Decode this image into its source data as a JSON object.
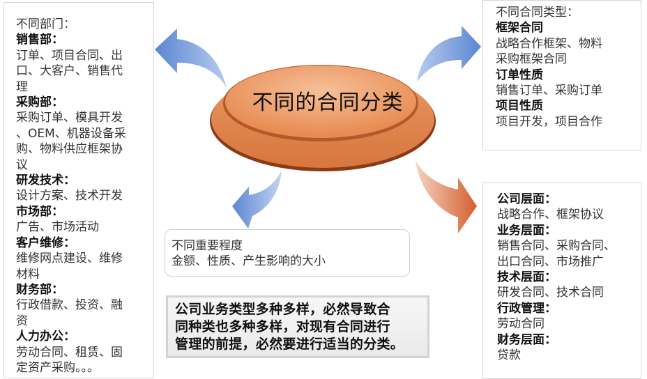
{
  "center": {
    "title": "不同的合同分类"
  },
  "left_box": {
    "lines": [
      {
        "text": "不同部门：",
        "bold": false
      },
      {
        "text": "销售部：",
        "bold": true
      },
      {
        "text": "订单、项目合同、出",
        "bold": false
      },
      {
        "text": "口、大客户、销售代",
        "bold": false
      },
      {
        "text": "理",
        "bold": false
      },
      {
        "text": "采购部：",
        "bold": true
      },
      {
        "text": "采购订单、模具开发",
        "bold": false
      },
      {
        "text": "、OEM、机器设备采",
        "bold": false
      },
      {
        "text": "购、物料供应框架协",
        "bold": false
      },
      {
        "text": "议",
        "bold": false
      },
      {
        "text": "研发技术：",
        "bold": true
      },
      {
        "text": "设计方案、技术开发",
        "bold": false
      },
      {
        "text": "市场部：",
        "bold": true
      },
      {
        "text": "广告、市场活动",
        "bold": false
      },
      {
        "text": "客户维修：",
        "bold": true
      },
      {
        "text": "维修网点建设、维修",
        "bold": false
      },
      {
        "text": "材料",
        "bold": false
      },
      {
        "text": "财务部：",
        "bold": true
      },
      {
        "text": "行政借款、投资、融",
        "bold": false
      },
      {
        "text": "资",
        "bold": false
      },
      {
        "text": "人力办公：",
        "bold": true
      },
      {
        "text": "劳动合同、租赁、固",
        "bold": false
      },
      {
        "text": "定资产采购。。。",
        "bold": false
      }
    ]
  },
  "top_right_box": {
    "lines": [
      {
        "text": "不同合同类型：",
        "bold": false
      },
      {
        "text": "框架合同",
        "bold": true
      },
      {
        "text": "战略合作框架、物料",
        "bold": false
      },
      {
        "text": "采购框架合同",
        "bold": false
      },
      {
        "text": "订单性质",
        "bold": true
      },
      {
        "text": "销售订单、采购订单",
        "bold": false
      },
      {
        "text": "项目性质",
        "bold": true
      },
      {
        "text": "项目开发，项目合作",
        "bold": false
      }
    ]
  },
  "bottom_right_box": {
    "lines": [
      {
        "text": "公司层面：",
        "bold": true
      },
      {
        "text": "战略合作、框架协议",
        "bold": false
      },
      {
        "text": "业务层面：",
        "bold": true
      },
      {
        "text": "销售合同、采购合同、",
        "bold": false
      },
      {
        "text": "出口合同、市场推广",
        "bold": false
      },
      {
        "text": "技术层面：",
        "bold": true
      },
      {
        "text": "研发合同、技术合同",
        "bold": false
      },
      {
        "text": "行政管理：",
        "bold": true
      },
      {
        "text": "劳动合同",
        "bold": false
      },
      {
        "text": "财务层面：",
        "bold": true
      },
      {
        "text": "贷款",
        "bold": false
      }
    ]
  },
  "middle_box": {
    "lines": [
      {
        "text": "不同重要程度",
        "bold": false
      },
      {
        "text": "金额、性质、产生影响的大小",
        "bold": false
      }
    ]
  },
  "note_box": {
    "lines": [
      {
        "text": "公司业务类型多种多样，必然导致合",
        "bold": true
      },
      {
        "text": "同种类也多种多样，对现有合同进行",
        "bold": true
      },
      {
        "text": "管理的前提，必然要进行适当的分类。",
        "bold": true
      }
    ]
  },
  "colors": {
    "arrow_blue": "#6f97d8",
    "arrow_orange": "#d9693a",
    "disc_orange": "#e8894f",
    "disc_rim": "#8a3a14"
  },
  "icons": {
    "arrow_top_left": "curved-arrow-up-left",
    "arrow_top_right": "curved-arrow-up-right",
    "arrow_bottom_left": "curved-arrow-down-left",
    "arrow_bottom_right": "curved-arrow-down-right"
  }
}
